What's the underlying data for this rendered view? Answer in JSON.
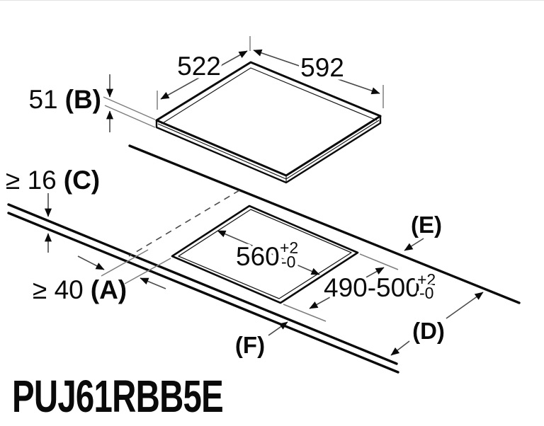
{
  "model": "PUJ61RBB5E",
  "dimensions": {
    "hob_depth": "522",
    "hob_width": "592",
    "hob_height": {
      "value": "51",
      "label": "(B)"
    },
    "worktop_thickness": {
      "value": "≥ 16",
      "label": "(C)"
    },
    "front_clearance": {
      "value": "≥ 40",
      "label": "(A)"
    },
    "cutout_width": {
      "value": "560",
      "tol_plus": "+2",
      "tol_minus": "-0"
    },
    "cutout_depth": {
      "value": "490-500",
      "tol_plus": "+2",
      "tol_minus": "-0"
    }
  },
  "labels": {
    "worktop_surface": "(E)",
    "worktop_depth": "(D)",
    "front_edge": "(F)"
  },
  "colors": {
    "line": "#0a0a0a",
    "dim_line": "#4a4a4a",
    "ext_line": "#7d7d7d",
    "background": "#ffffff"
  }
}
